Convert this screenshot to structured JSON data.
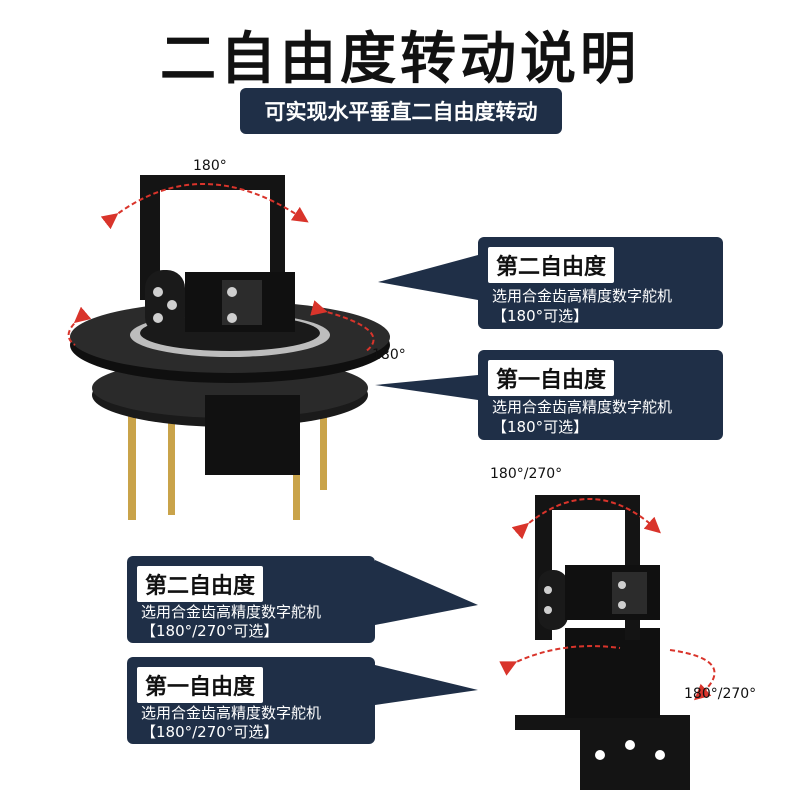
{
  "header": {
    "title": "二自由度转动说明",
    "subtitle": "可实现水平垂直二自由度转动"
  },
  "top_product": {
    "angle_top": "180°",
    "angle_side": "180°",
    "second_dof": {
      "name": "第二自由度",
      "desc": "选用合金齿高精度数字舵机",
      "option": "【180°可选】"
    },
    "first_dof": {
      "name": "第一自由度",
      "desc": "选用合金齿高精度数字舵机",
      "option": "【180°可选】"
    }
  },
  "bottom_product": {
    "angle_top": "180°/270°",
    "angle_side": "180°/270°",
    "second_dof": {
      "name": "第二自由度",
      "desc": "选用合金齿高精度数字舵机",
      "option": "【180°/270°可选】"
    },
    "first_dof": {
      "name": "第一自由度",
      "desc": "选用合金齿高精度数字舵机",
      "option": "【180°/270°可选】"
    }
  },
  "colors": {
    "panel": "#1f2f47",
    "arrow": "#d9342b",
    "metal": "#141414",
    "brass": "#c9a34a"
  }
}
